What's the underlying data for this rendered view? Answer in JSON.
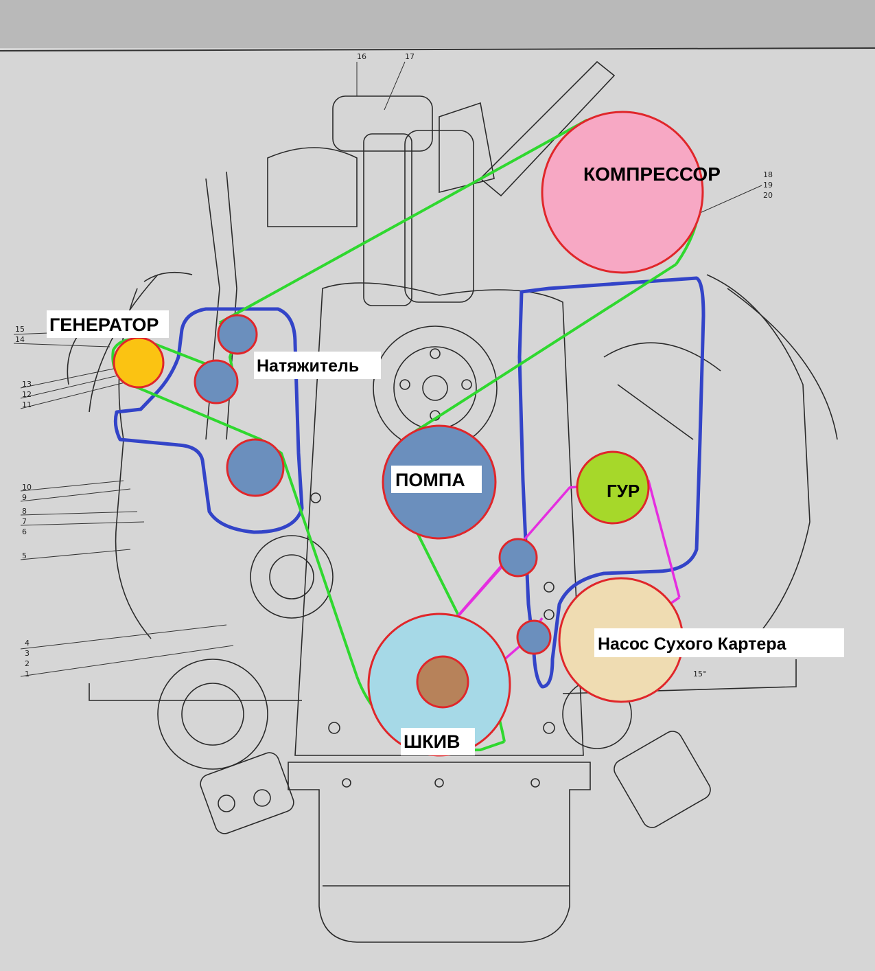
{
  "labels": {
    "generator": "ГЕНЕРАТОР",
    "tensioner": "Натяжитель",
    "compressor": "КОМПРЕССОР",
    "pump": "ПОМПА",
    "power_steering": "ГУР",
    "dry_sump_pump": "Насос Сухого Картера",
    "crank_pulley": "ШКИВ"
  },
  "callouts": {
    "n15": "15",
    "n14": "14",
    "n13": "13",
    "n12": "12",
    "n11": "11",
    "n10": "10",
    "n9": "9",
    "n8": "8",
    "n7": "7",
    "n6": "6",
    "n5": "5",
    "n4": "4",
    "n3": "3",
    "n2": "2",
    "n1": "1",
    "n16": "16",
    "n17": "17",
    "n18": "18",
    "n19": "19",
    "n20": "20",
    "angle": "15°"
  },
  "colors": {
    "compressor": "#f7a8c4",
    "generator": "#fbc312",
    "idler": "#6b8fbd",
    "pump": "#6b8fbd",
    "power_steering": "#a6d82a",
    "dry_sump_pump": "#efdcb2",
    "crank_pulley": "#a6d9e7",
    "crank_hub": "#b7825a",
    "outline_red": "#e0262a",
    "belt_green": "#2fd82f",
    "belt_magenta": "#e52ee0",
    "belt_blue": "#3344c8"
  }
}
